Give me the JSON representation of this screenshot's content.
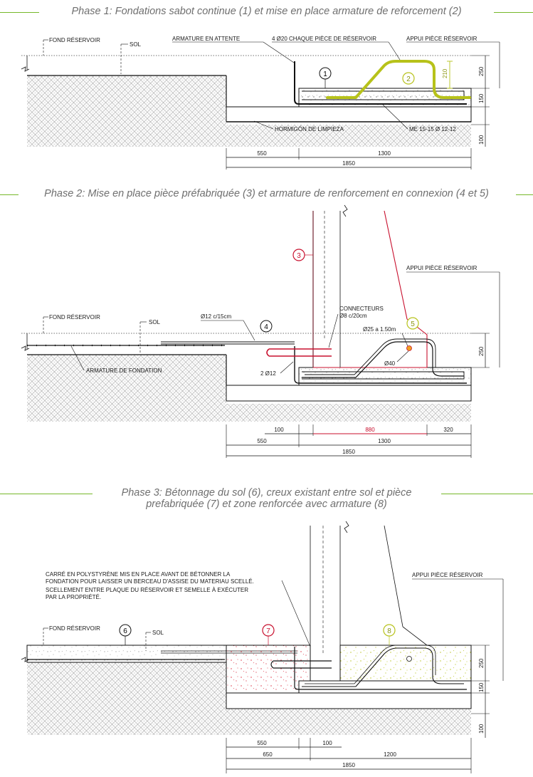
{
  "colors": {
    "phase_rule": "#76b82a",
    "title_text": "#6f6f6f",
    "precast": "#c8102e",
    "reinforcement": "#b7c21a",
    "hatch": "#9a9a9a"
  },
  "phase1": {
    "title": "Phase 1: Fondations sabot continue (1) et mise en place armature de reforcement (2)",
    "labels": {
      "fond": "FOND RÉSERVOIR",
      "sol": "SOL",
      "armature_attente": "ARMATURE EN ATTENTE",
      "piece": "4 Ø20 CHAQUE PIÈCE DE RÉSERVOIR",
      "appui": "APPUI PIÈCE RÉSERVOIR",
      "hormigon": "HORMIGÓN DE LIMPIEZA",
      "me": "ME 15-15 Ø 12-12",
      "tag1": "1",
      "tag2": "2",
      "dim_210": "210"
    },
    "dims": {
      "d550": "550",
      "d1300": "1300",
      "d1850": "1850",
      "v250": "250",
      "v150": "150",
      "v100": "100"
    }
  },
  "phase2": {
    "title": "Phase 2:  Mise en place pièce préfabriquée (3) et armature de renforcement en connexion (4 et 5)",
    "labels": {
      "fond": "FOND RÉSERVOIR",
      "sol": "SOL",
      "phi12": "Ø12 c/15cm",
      "connecteurs": "CONNECTEURS",
      "connecteurs2": "Ø8 c/20cm",
      "appui": "APPUI PIÈCE RÉSERVOIR",
      "phi25": "Ø25 a 1.50m",
      "phi40": "Ø40",
      "two_phi12": "2 Ø12",
      "armature_fondation": "ARMATURE DE FONDATION",
      "tag3": "3",
      "tag4": "4",
      "tag5": "5"
    },
    "dims": {
      "d100": "100",
      "d880": "880",
      "d320": "320",
      "d550": "550",
      "d1300": "1300",
      "d1850": "1850",
      "v250": "250"
    }
  },
  "phase3": {
    "title_line1": "Phase 3:  Bétonnage du sol (6), creux existant entre sol et pièce",
    "title_line2": "prefabriquée (7) et zone renforcée avec armature (8)",
    "note": [
      "CARRÉ EN POLYSTYRÈNE MIS EN PLACE AVANT DE BÉTONNER LA",
      "FONDATION POUR LAISSER UN BERCEAU D'ASSISE DU MATERIAU SCELLÉ.",
      "SCELLEMENT ENTRE PLAQUE DU RÉSERVOIR ET SEMELLE À EXÉCUTER",
      "PAR LA PROPRIÉTÉ."
    ],
    "labels": {
      "fond": "FOND RÉSERVOIR",
      "sol": "SOL",
      "appui": "APPUI PIÈCE RÉSERVOIR",
      "tag6": "6",
      "tag7": "7",
      "tag8": "8"
    },
    "dims": {
      "d550": "550",
      "d100": "100",
      "d650": "650",
      "d1200": "1200",
      "d1850": "1850",
      "v250": "250",
      "v150": "150",
      "v100": "100"
    }
  }
}
